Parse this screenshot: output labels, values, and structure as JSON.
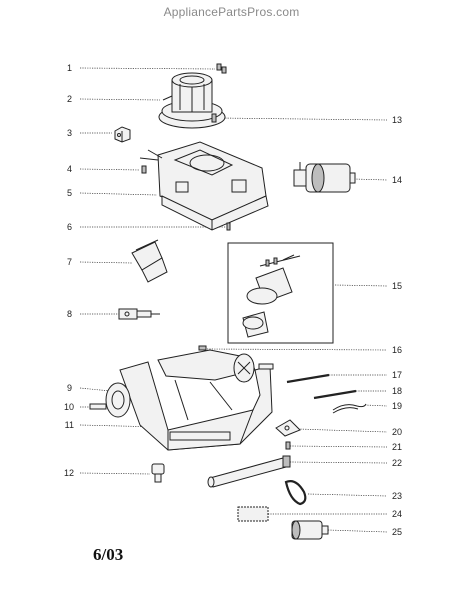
{
  "watermark": "AppliancePartsPros.com",
  "stamp": "6/03",
  "callouts": [
    "1",
    "2",
    "3",
    "4",
    "5",
    "6",
    "7",
    "8",
    "9",
    "10",
    "11",
    "12",
    "13",
    "14",
    "15",
    "16",
    "17",
    "18",
    "19",
    "20",
    "21",
    "22",
    "23",
    "24",
    "25"
  ]
}
